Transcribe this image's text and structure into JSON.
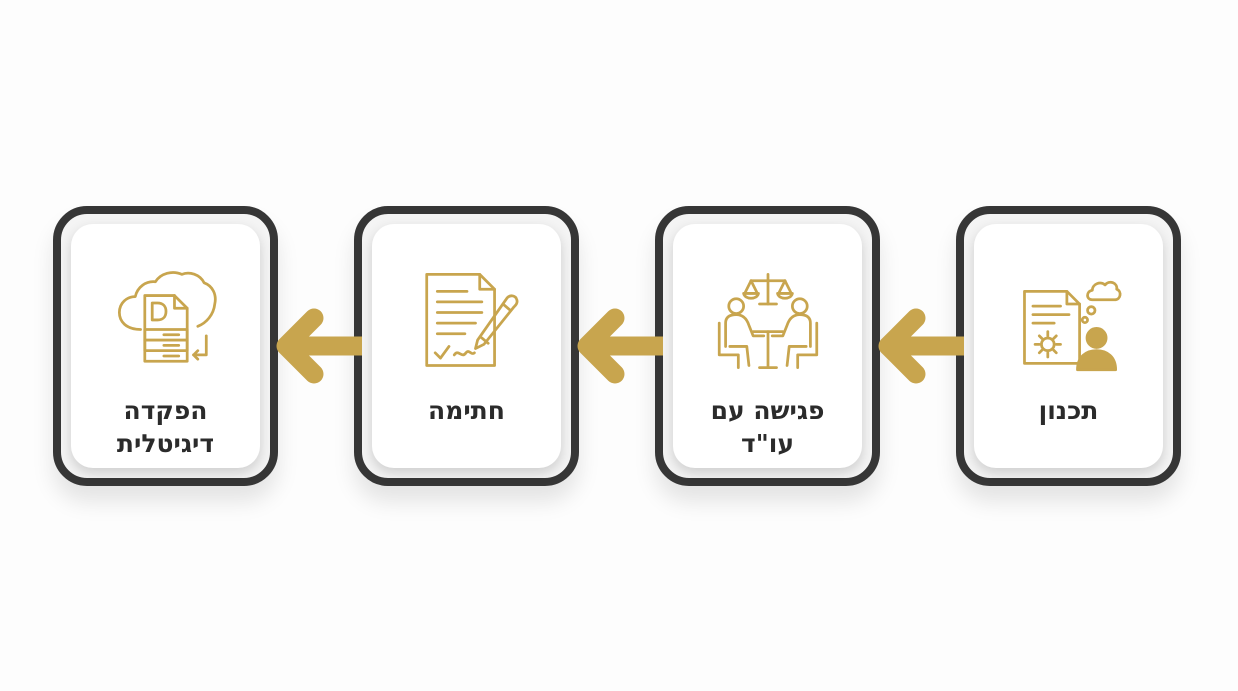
{
  "colors": {
    "accent": "#c8a54e",
    "frame": "#363636",
    "text": "#2b2b2b",
    "background": "#fdfdfd"
  },
  "steps": [
    {
      "icon": "planning-document-person-icon",
      "lines": [
        "תכנון"
      ]
    },
    {
      "icon": "lawyer-meeting-scales-icon",
      "lines": [
        "פגישה עם",
        "עו\"ד"
      ]
    },
    {
      "icon": "signing-document-pen-icon",
      "lines": [
        "חתימה"
      ]
    },
    {
      "icon": "cloud-digital-deposit-icon",
      "lines": [
        "הפקדה",
        "דיגיטלית"
      ]
    }
  ],
  "flow_direction": "right-to-left"
}
